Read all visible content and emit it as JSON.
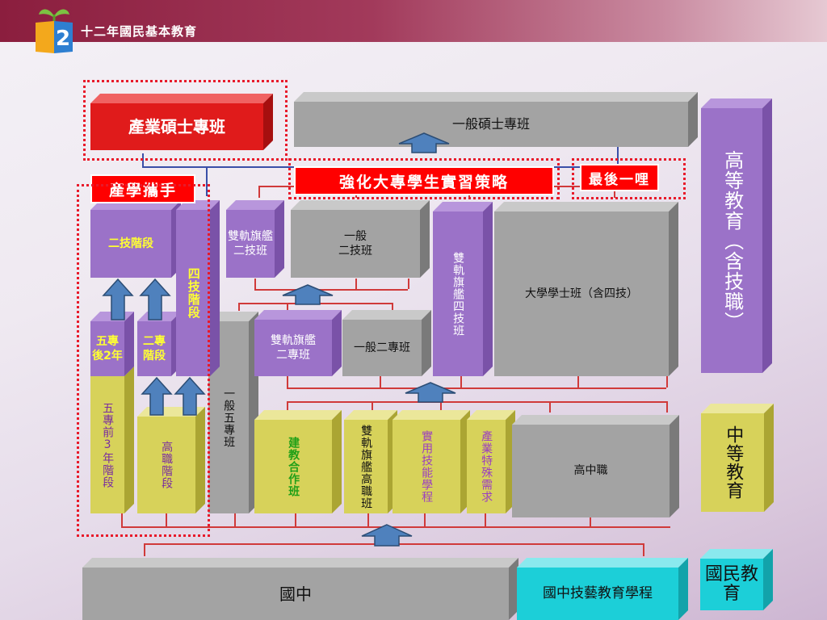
{
  "header": {
    "title": "十二年國民基本教育"
  },
  "tags": {
    "industry_master": "產業碩士專班",
    "industry_academy": "產學攜手",
    "internship": "強化大專學生實習策略",
    "last_mile": "最後一哩"
  },
  "blocks": {
    "general_master": "一般碩士專班",
    "higher_ed": "高等教育（含技職）",
    "secondary_ed": "中等教育",
    "national_ed": "國民教育",
    "two_year_tech_stage": "二技階段",
    "four_year_tech_stage": "四技階段",
    "dual_track_2tech": "雙軌旗艦\n二技班",
    "general_2tech": "一般\n二技班",
    "dual_track_4tech": "雙軌旗艦四技班",
    "university_bachelor": "大學學士班（含四技）",
    "five_jc_last2": "五專\n後2年",
    "two_jc_stage": "二專\n階段",
    "general_five_jc": "一般五專班",
    "dual_track_2jc": "雙軌旗艦\n二專班",
    "general_2jc": "一般二專班",
    "five_jc_first3": "五專前3年階段",
    "vocational_stage": "高職階段",
    "coop_program": "建教合作班",
    "dual_track_vocational": "雙軌旗艦高職班",
    "practical_skills": "實用技能學程",
    "industry_special": "產業特殊需求",
    "senior_vocational": "高中職",
    "junior_high": "國中",
    "junior_tech_arts": "國中技藝教育學程"
  }
}
